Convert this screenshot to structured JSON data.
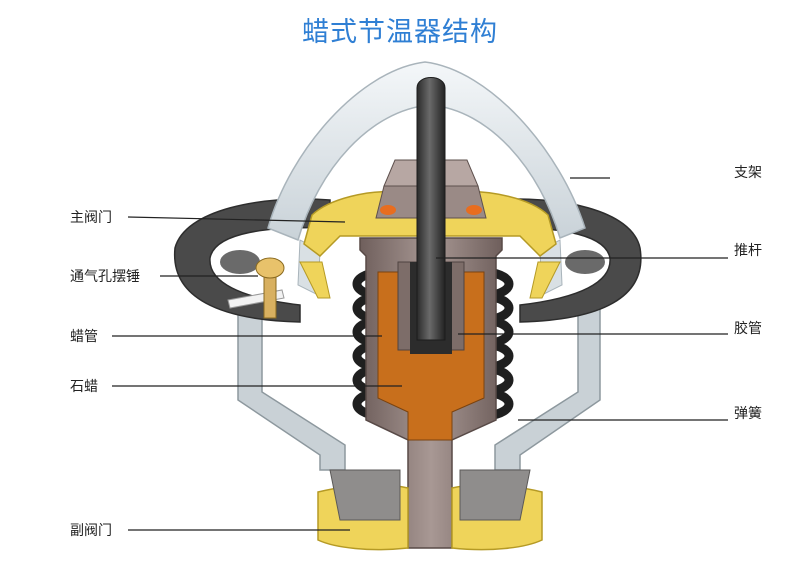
{
  "title": "蜡式节温器结构",
  "labels": {
    "left": [
      "主阀门",
      "通气孔摆锤",
      "蜡管",
      "石蜡",
      "副阀门"
    ],
    "right": [
      "支架",
      "推杆",
      "胶管",
      "弹簧"
    ]
  },
  "colors": {
    "title": "#2f7fd4",
    "valve_yellow": "#efd45a",
    "rubber": "#4a4a4a",
    "bracket": "#dfe6ea",
    "wax": "#c86f1c",
    "tube": "#8e7c78",
    "spring": "#1f1f1f",
    "pin": "#3b3b3b"
  }
}
